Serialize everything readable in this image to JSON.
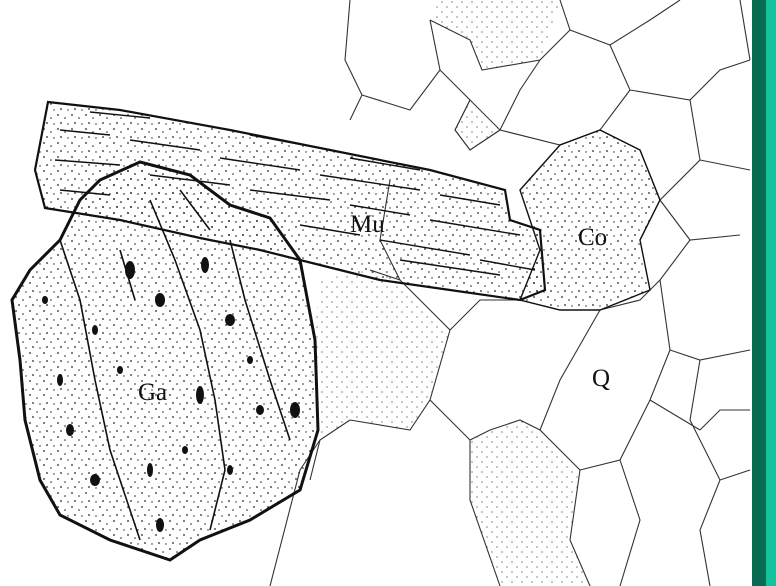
{
  "labels": {
    "muscovite": "Mu",
    "garnet": "Ga",
    "cordierite": "Co",
    "quartz": "Q"
  },
  "colors": {
    "ink": "#111111",
    "paper": "#ffffff",
    "edge_band": "#12c29a",
    "edge_band_dark": "#0a6b53"
  }
}
